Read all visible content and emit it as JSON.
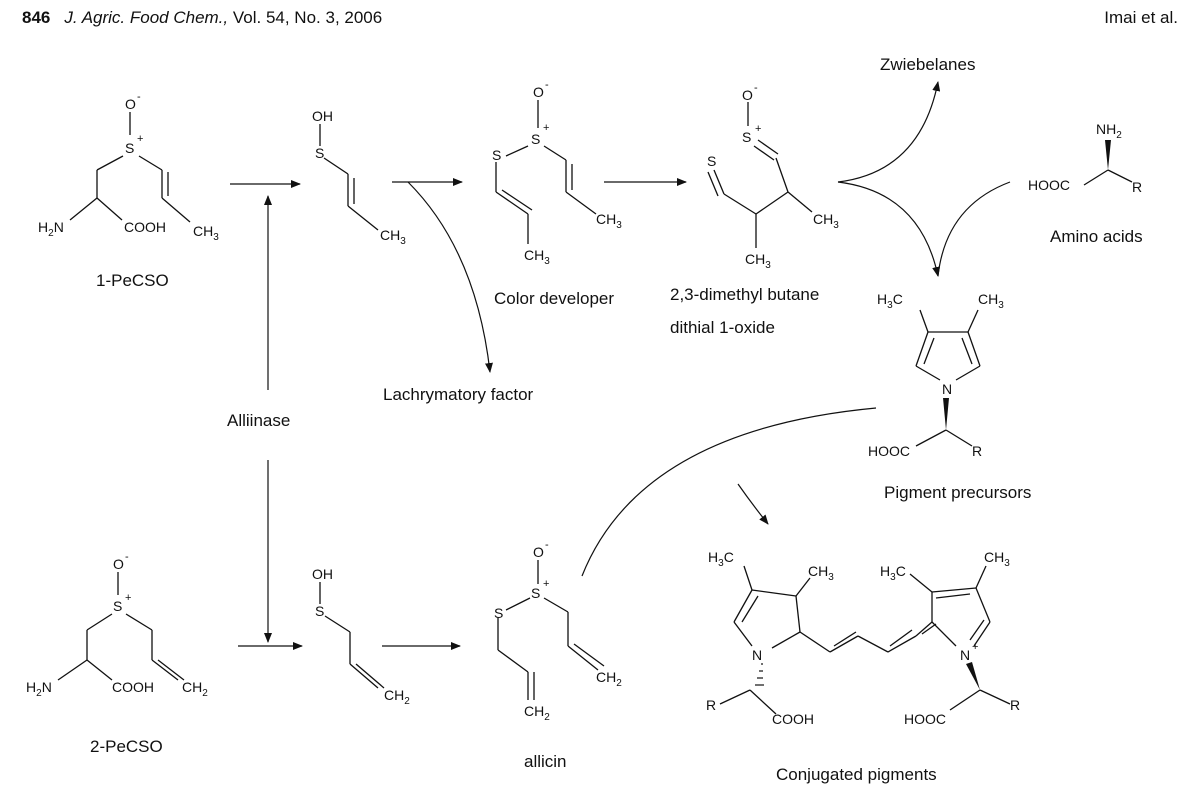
{
  "header": {
    "page_number": "846",
    "journal": "J. Agric. Food Chem.,",
    "volume_info": "Vol. 54, No. 3, 2006",
    "authors": "Imai et al."
  },
  "labels": {
    "pecso1": "1-PeCSO",
    "pecso2": "2-PeCSO",
    "alliinase": "Alliinase",
    "color_developer": "Color developer",
    "dithial_line1": "2,3-dimethyl butane",
    "dithial_line2": "dithial 1-oxide",
    "lachrymatory": "Lachrymatory factor",
    "zwiebelanes": "Zwiebelanes",
    "amino_acids": "Amino acids",
    "pigment_precursors": "Pigment precursors",
    "allicin": "allicin",
    "conjugated_pigments": "Conjugated pigments"
  },
  "atoms": {
    "O_minus": "O",
    "S_plus": "S",
    "S": "S",
    "OH": "OH",
    "H2N": "H",
    "N": "N",
    "NH2": "NH",
    "COOH": "COOH",
    "HOOC": "HOOC",
    "CH3": "CH",
    "CH2": "CH",
    "H3C": "H",
    "R": "R",
    "minus": "-",
    "plus": "+",
    "two": "2",
    "three": "3",
    "C": "C"
  }
}
